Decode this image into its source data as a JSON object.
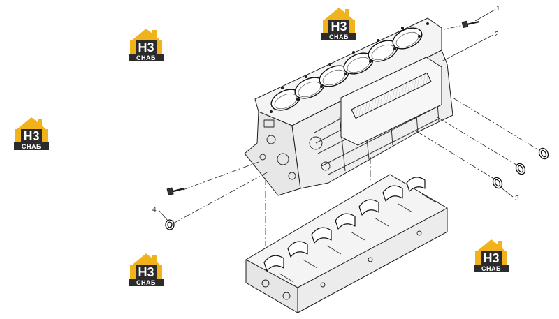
{
  "brand": {
    "logo_primary": "H3",
    "logo_secondary": "СНАБ",
    "color_yellow": "#F2B21B",
    "color_dark": "#2B2B2B"
  },
  "callouts": [
    {
      "id": "1",
      "text": "1"
    },
    {
      "id": "2",
      "text": "2"
    },
    {
      "id": "3",
      "text": "3"
    },
    {
      "id": "4",
      "text": "4"
    }
  ],
  "icons": [
    "h3-snab-logo-icon",
    "engine-block-icon",
    "bearing-ladder-frame-icon",
    "bolt-icon",
    "seal-ring-icon"
  ]
}
